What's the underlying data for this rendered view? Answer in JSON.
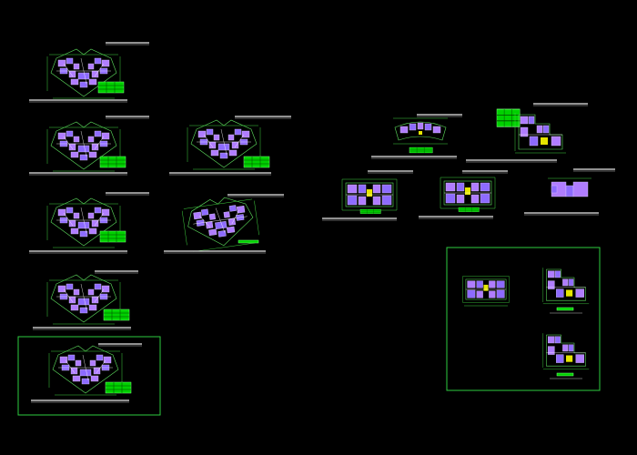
{
  "drawing_sheet": {
    "background": "#000000",
    "frame_color": "#2ecc40",
    "room_color": "#b07dff",
    "legend_color": "#00d000"
  },
  "plans": [
    {
      "id": "plan-left-1",
      "kind": "butterfly",
      "legend": true
    },
    {
      "id": "plan-left-2",
      "kind": "butterfly",
      "legend": true
    },
    {
      "id": "plan-left-3",
      "kind": "butterfly",
      "legend": true
    },
    {
      "id": "plan-left-4",
      "kind": "butterfly",
      "legend": true
    },
    {
      "id": "plan-left-5",
      "kind": "butterfly",
      "legend": true
    },
    {
      "id": "plan-mid-1",
      "kind": "butterfly",
      "legend": true
    },
    {
      "id": "plan-mid-2",
      "kind": "butterfly",
      "legend": false
    },
    {
      "id": "plan-right-top-1",
      "kind": "arc",
      "legend": true
    },
    {
      "id": "plan-right-top-2",
      "kind": "stair",
      "legend": true
    },
    {
      "id": "plan-right-row-1",
      "kind": "slab",
      "legend": true
    },
    {
      "id": "plan-right-row-2",
      "kind": "slab",
      "legend": true
    },
    {
      "id": "plan-right-row-3",
      "kind": "slab",
      "legend": false
    },
    {
      "id": "plan-detail-1",
      "kind": "slab",
      "legend": false
    },
    {
      "id": "plan-detail-2",
      "kind": "stair",
      "legend": true
    },
    {
      "id": "plan-detail-3",
      "kind": "stair",
      "legend": true
    }
  ]
}
